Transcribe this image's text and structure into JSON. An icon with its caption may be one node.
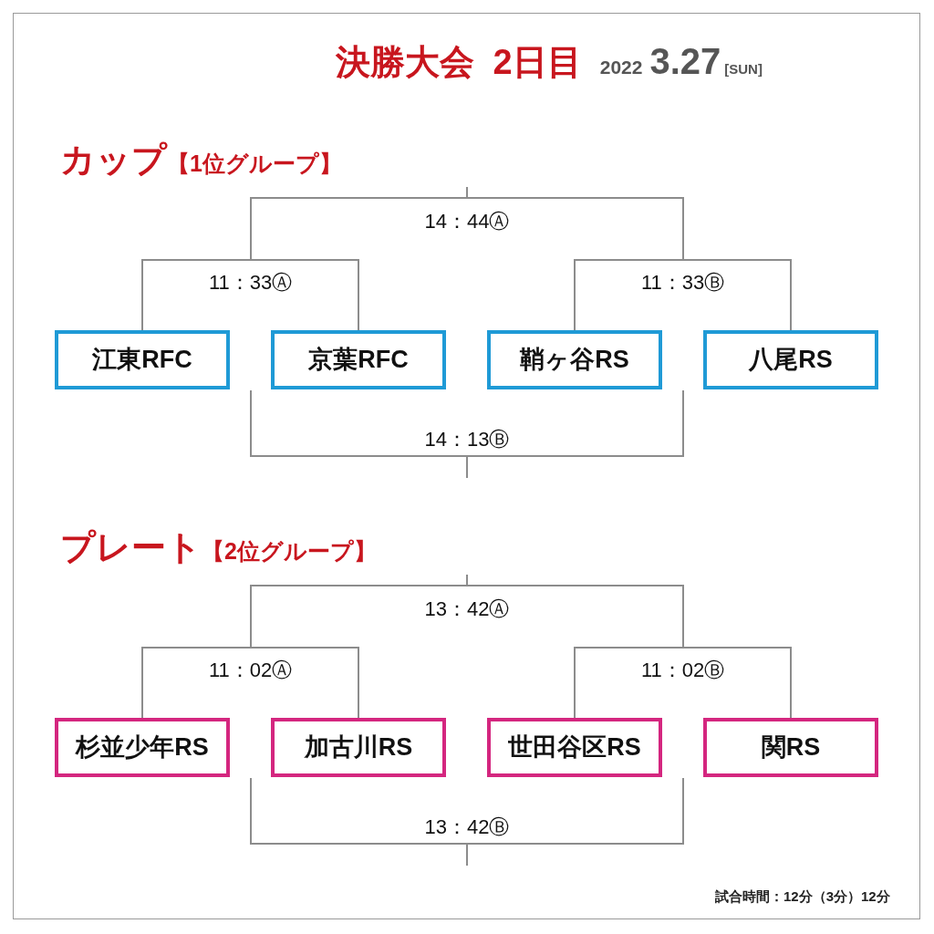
{
  "diagram": {
    "title": "決勝大会 2日目",
    "nodes": [
      {
        "text": [
          "江東RFC"
        ]
      },
      {
        "text": [
          "京葉RFC"
        ]
      },
      {
        "text": [
          "鞘ヶ谷RS"
        ]
      },
      {
        "text": [
          "八尾RS"
        ]
      },
      {
        "text": [
          "杉並少年RS"
        ]
      },
      {
        "text": [
          "加古川RS"
        ]
      },
      {
        "text": [
          "世田谷区RS"
        ]
      },
      {
        "text": [
          "関RS"
        ]
      }
    ],
    "edges": [
      {
        "from": 0,
        "to": 1,
        "arrow": "none",
        "label": "11：33Ⓐ"
      },
      {
        "from": 2,
        "to": 3,
        "arrow": "none",
        "label": "11：33Ⓑ"
      },
      {
        "from": 4,
        "to": 5,
        "arrow": "none",
        "label": "11：02Ⓐ"
      },
      {
        "from": 6,
        "to": 7,
        "arrow": "none",
        "label": "11：02Ⓑ"
      }
    ],
    "labels": [
      "2022",
      "3.27",
      "[SUN]",
      "カップ",
      "【1位グループ】",
      "14：44Ⓐ",
      "14：13Ⓑ",
      "プレート",
      "【2位グループ】",
      "13：42Ⓐ",
      "13：42Ⓑ",
      "試合時間：12分（3分）12分"
    ]
  }
}
